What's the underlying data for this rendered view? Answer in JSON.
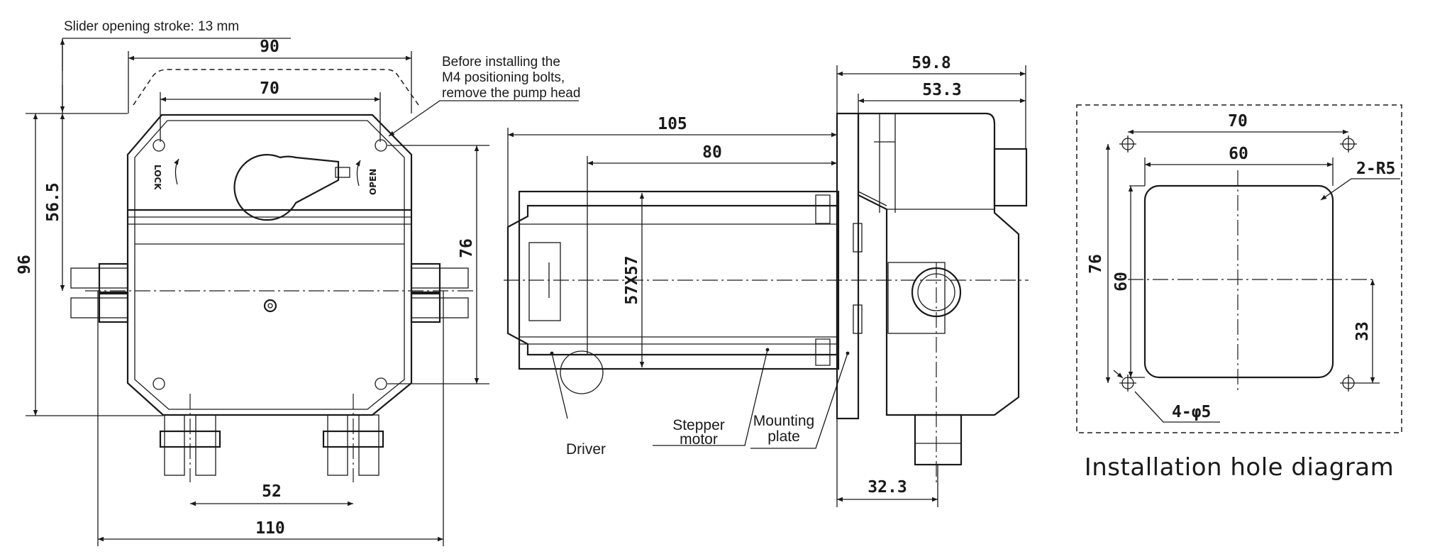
{
  "notes": {
    "slider_stroke": "Slider opening stroke: 13 mm",
    "bolt_note_line1": "Before installing the",
    "bolt_note_line2": "M4 positioning bolts,",
    "bolt_note_line3": "remove the pump head"
  },
  "front_view": {
    "dim_width_top": "90",
    "dim_inner_top": "70",
    "dim_height_left": "96",
    "dim_height_upper": "56.5",
    "dim_height_right": "76",
    "dim_bottom_inner": "52",
    "dim_bottom_outer": "110",
    "label_lock": "LOCK",
    "label_open": "OPEN"
  },
  "side_view": {
    "dim_total": "105",
    "dim_motor": "80",
    "dim_head_outer": "59.8",
    "dim_head_inner": "53.3",
    "dim_motor_section": "57X57",
    "dim_bottom": "32.3",
    "label_driver": "Driver",
    "label_stepper_line1": "Stepper",
    "label_stepper_line2": "motor",
    "label_mounting_line1": "Mounting",
    "label_mounting_line2": "plate"
  },
  "install_view": {
    "dim_outer_w": "70",
    "dim_inner_w": "60",
    "dim_radius": "2-R5",
    "dim_outer_h": "76",
    "dim_inner_h": "60",
    "dim_offset": "33",
    "dim_holes": "4-φ5",
    "caption": "Installation hole diagram"
  }
}
